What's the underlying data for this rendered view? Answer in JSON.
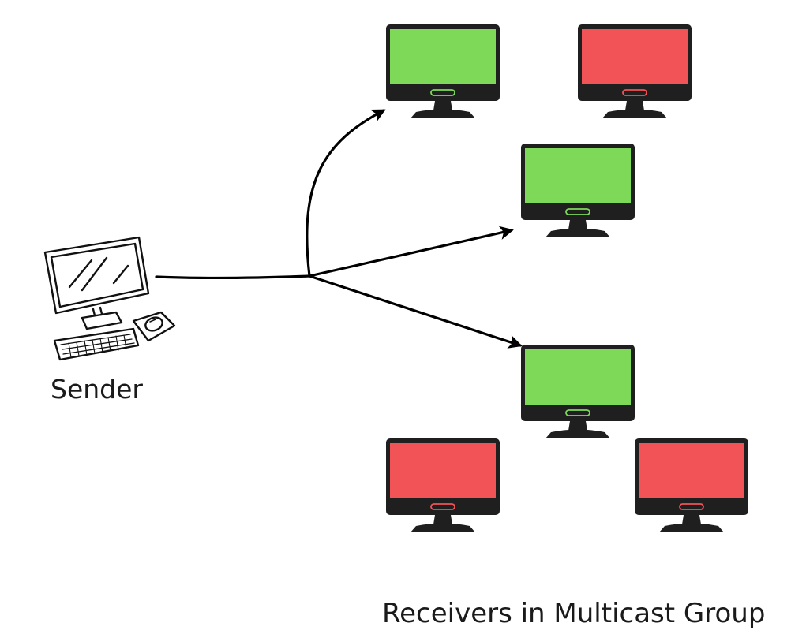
{
  "sender": {
    "label": "Sender",
    "icon": "desktop-computer-icon"
  },
  "receivers": {
    "label": "Receivers in Multicast Group",
    "icon": "monitor-icon",
    "items": [
      {
        "id": "top-left",
        "in_group": true
      },
      {
        "id": "top-right",
        "in_group": false
      },
      {
        "id": "upper-middle",
        "in_group": true
      },
      {
        "id": "lower-middle",
        "in_group": true
      },
      {
        "id": "bottom-left",
        "in_group": false
      },
      {
        "id": "bottom-right",
        "in_group": false
      }
    ]
  },
  "colors": {
    "in_group_screen": "#7dd957",
    "not_in_group_screen": "#f15356",
    "monitor_frame": "#1f1f1f",
    "arrow": "#000000"
  }
}
